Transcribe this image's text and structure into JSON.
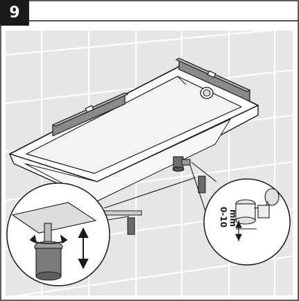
{
  "step": {
    "number": "9"
  },
  "callout": {
    "line1": "0-10",
    "line2": "mm"
  },
  "colors": {
    "badge": "#1b1b1b",
    "wall": "#e4e4e4",
    "tile_line": "#ffffff",
    "level_bar": "#8a8a8a",
    "tub": "#ffffff",
    "outline": "#1a1a1a"
  },
  "icons": [
    "adjust-rotate-arrow-icon",
    "up-down-arrow-icon",
    "height-dimension-icon"
  ]
}
